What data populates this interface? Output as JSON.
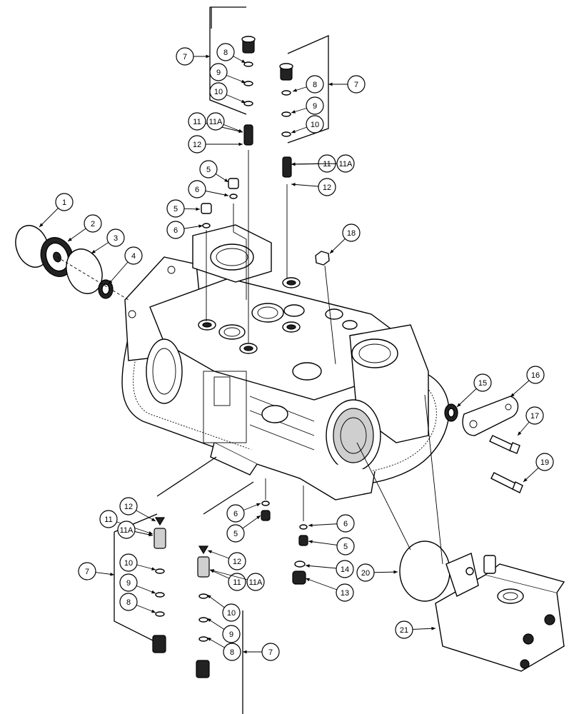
{
  "callouts": [
    {
      "label": "1"
    },
    {
      "label": "2"
    },
    {
      "label": "3"
    },
    {
      "label": "4"
    },
    {
      "label": "5"
    },
    {
      "label": "5"
    },
    {
      "label": "5"
    },
    {
      "label": "5"
    },
    {
      "label": "6"
    },
    {
      "label": "6"
    },
    {
      "label": "6"
    },
    {
      "label": "6"
    },
    {
      "label": "7"
    },
    {
      "label": "7"
    },
    {
      "label": "7"
    },
    {
      "label": "7"
    },
    {
      "label": "8"
    },
    {
      "label": "8"
    },
    {
      "label": "8"
    },
    {
      "label": "8"
    },
    {
      "label": "9"
    },
    {
      "label": "9"
    },
    {
      "label": "9"
    },
    {
      "label": "9"
    },
    {
      "label": "10"
    },
    {
      "label": "10"
    },
    {
      "label": "10"
    },
    {
      "label": "10"
    },
    {
      "label": "11"
    },
    {
      "label": "11A"
    },
    {
      "label": "11"
    },
    {
      "label": "11A"
    },
    {
      "label": "11"
    },
    {
      "label": "11A"
    },
    {
      "label": "11"
    },
    {
      "label": "11A"
    },
    {
      "label": "12"
    },
    {
      "label": "12"
    },
    {
      "label": "12"
    },
    {
      "label": "12"
    },
    {
      "label": "13"
    },
    {
      "label": "14"
    },
    {
      "label": "15"
    },
    {
      "label": "16"
    },
    {
      "label": "17"
    },
    {
      "label": "18"
    },
    {
      "label": "19"
    },
    {
      "label": "20"
    },
    {
      "label": "21"
    }
  ]
}
